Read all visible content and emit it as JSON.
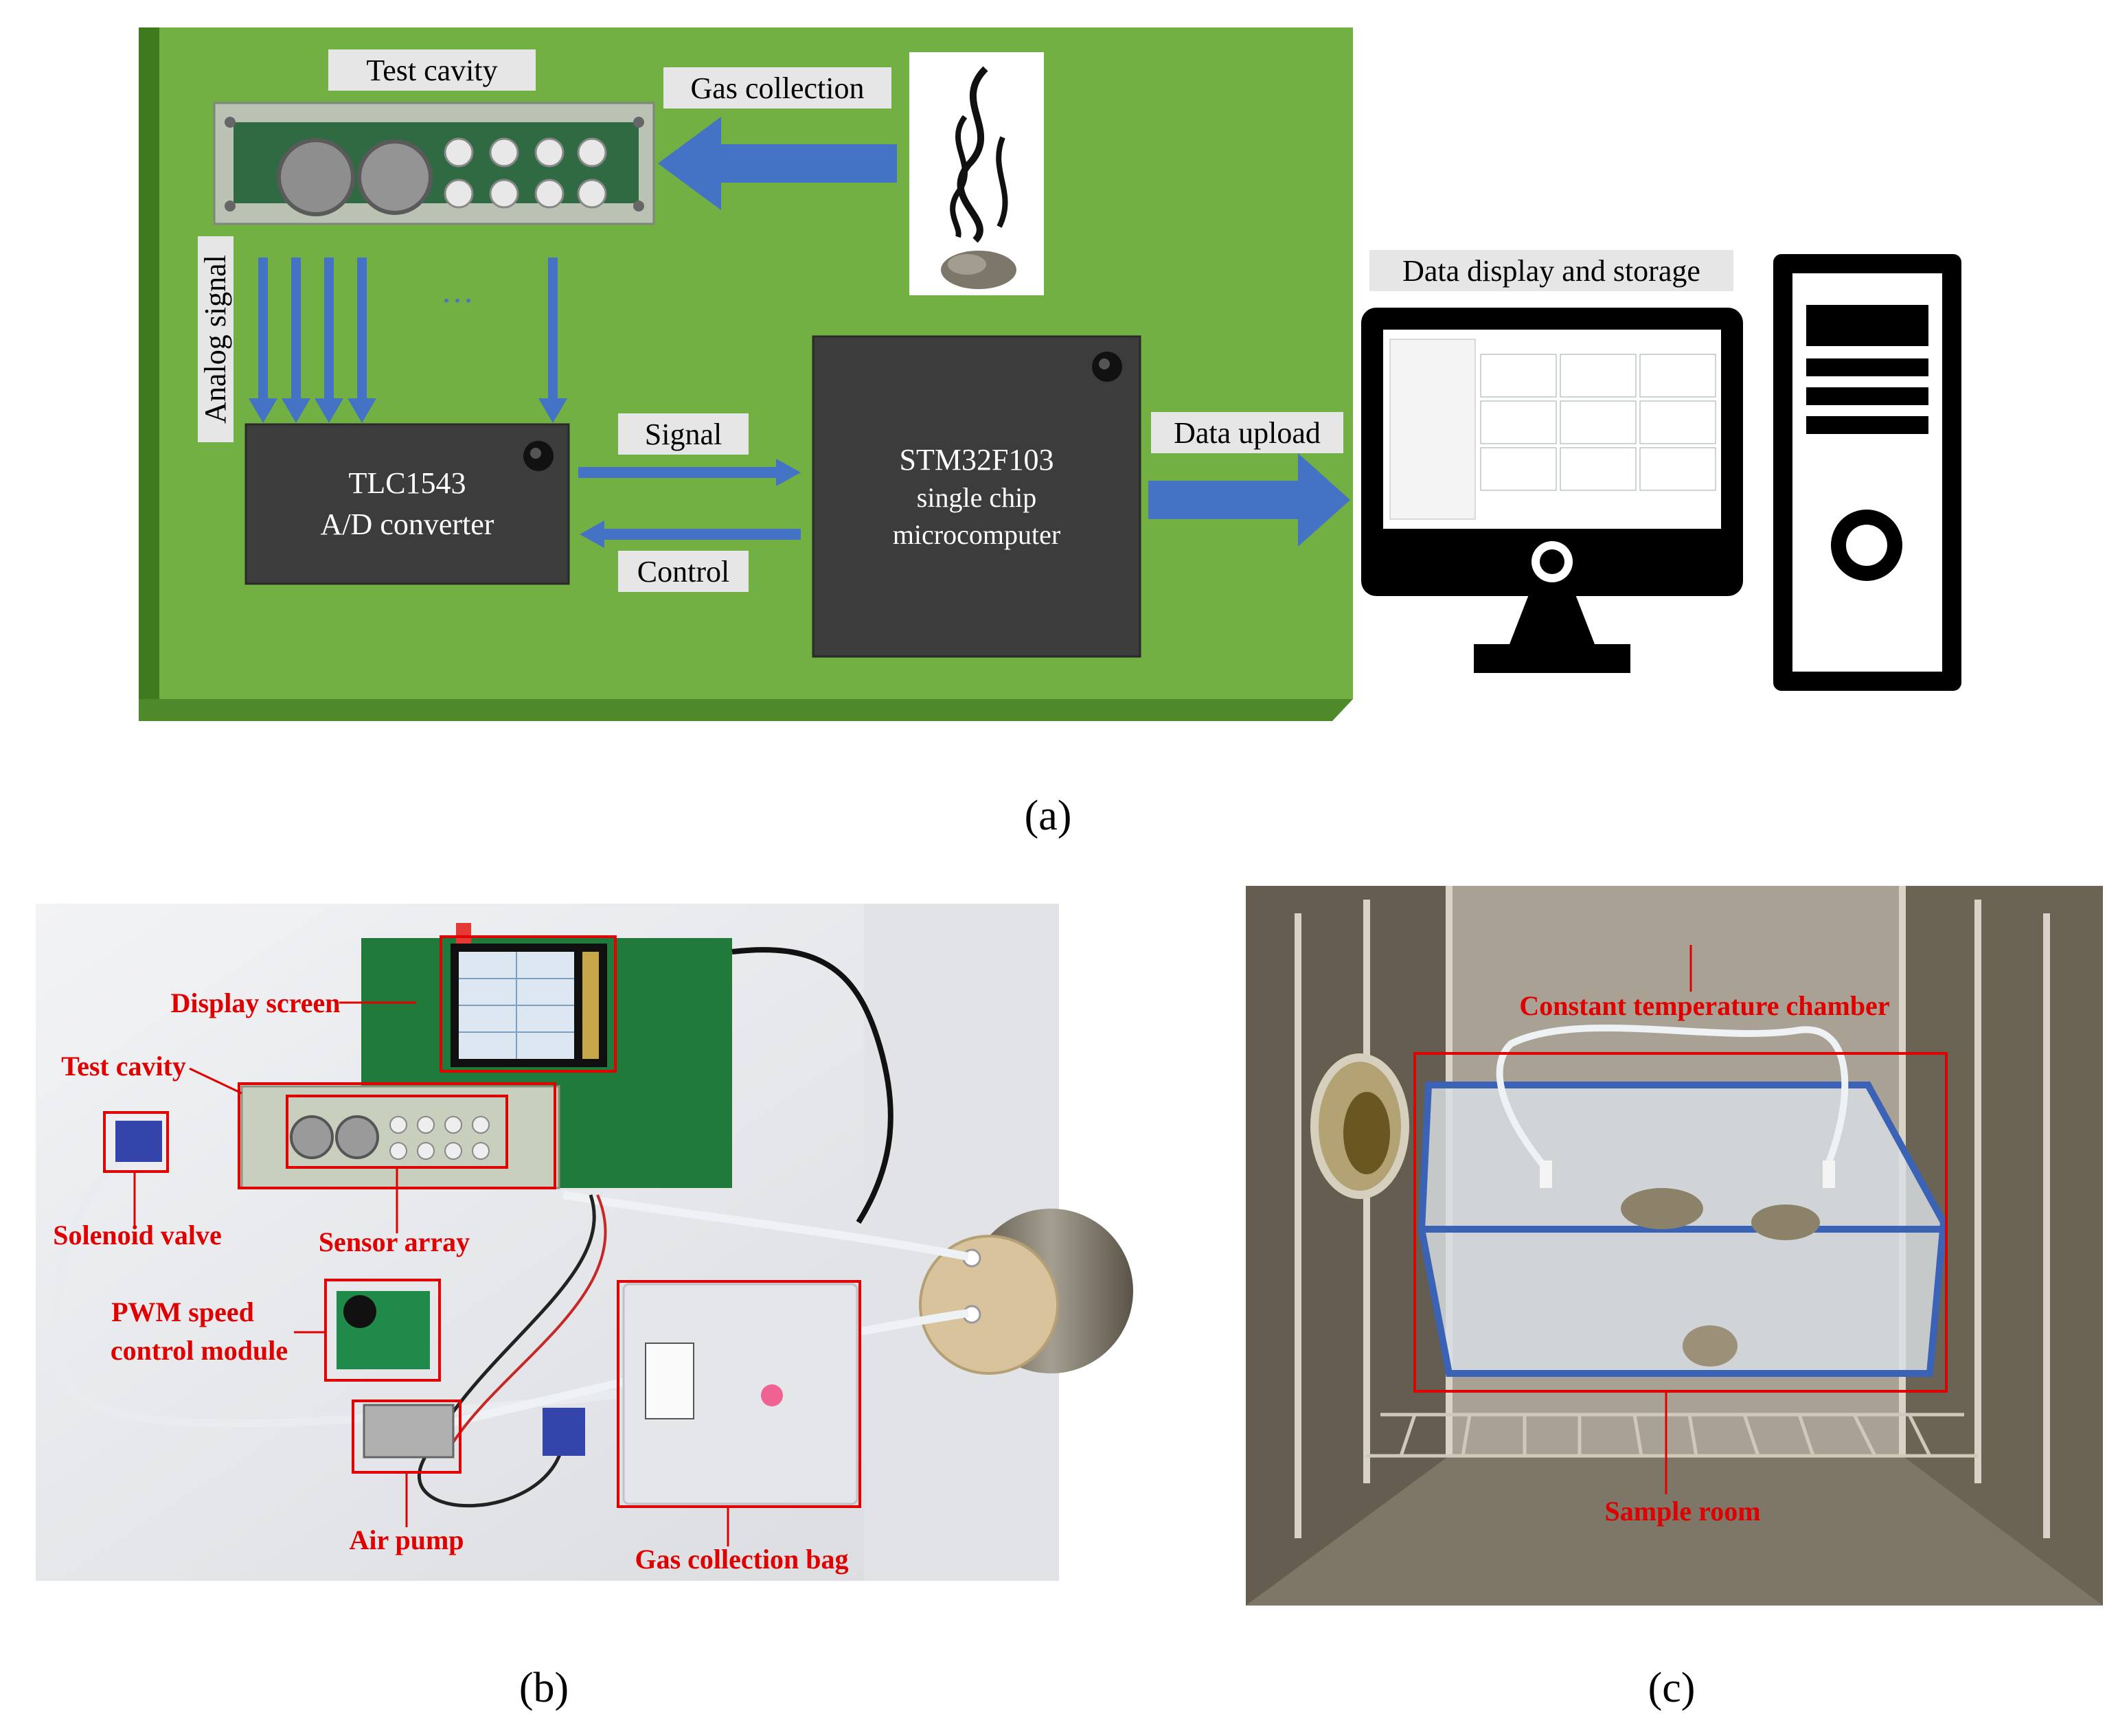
{
  "panel_a": {
    "test_cavity": "Test cavity",
    "gas_collection": "Gas collection",
    "analog_signal": "Analog signal",
    "ellipsis": "…",
    "signal": "Signal",
    "control": "Control",
    "data_upload": "Data upload",
    "data_display": "Data display and storage",
    "adc_line1": "TLC1543",
    "adc_line2": "A/D converter",
    "mcu_line1": "STM32F103",
    "mcu_line2": "single chip",
    "mcu_line3": "microcomputer",
    "caption": "(a)"
  },
  "panel_b": {
    "display_screen": "Display screen",
    "test_cavity": "Test cavity",
    "solenoid_valve": "Solenoid valve",
    "sensor_array": "Sensor array",
    "pwm_line1": "PWM speed",
    "pwm_line2": "control module",
    "air_pump": "Air pump",
    "gas_bag": "Gas collection bag",
    "caption": "(b)"
  },
  "panel_c": {
    "chamber": "Constant temperature chamber",
    "sample_room": "Sample room",
    "caption": "(c)"
  },
  "colors": {
    "board_green": "#72b043",
    "chip_gray": "#3c3c3c",
    "arrow_blue": "#4472c4",
    "label_bg": "#e6e6e6",
    "annotation_red": "#e00000"
  }
}
